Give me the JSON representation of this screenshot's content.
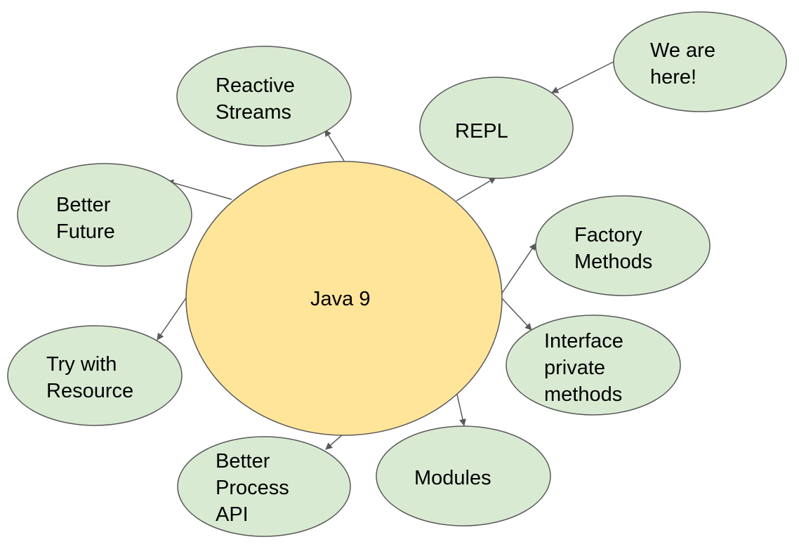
{
  "diagram": {
    "center": {
      "id": "java9",
      "lines": [
        "Java 9"
      ]
    },
    "nodes": [
      {
        "id": "reactive-streams",
        "lines": [
          "Reactive",
          "Streams"
        ]
      },
      {
        "id": "repl",
        "lines": [
          "REPL"
        ]
      },
      {
        "id": "we-are-here",
        "lines": [
          "We are",
          "here!"
        ]
      },
      {
        "id": "better-future",
        "lines": [
          "Better",
          "Future"
        ]
      },
      {
        "id": "factory-methods",
        "lines": [
          "Factory",
          "Methods"
        ]
      },
      {
        "id": "interface-private-methods",
        "lines": [
          "Interface",
          "private",
          "methods"
        ]
      },
      {
        "id": "try-with-resource",
        "lines": [
          "Try with",
          "Resource"
        ]
      },
      {
        "id": "better-process-api",
        "lines": [
          "Better",
          "Process",
          "API"
        ]
      },
      {
        "id": "modules",
        "lines": [
          "Modules"
        ]
      }
    ],
    "edges": [
      {
        "from": "java9",
        "to": "reactive-streams"
      },
      {
        "from": "java9",
        "to": "repl"
      },
      {
        "from": "we-are-here",
        "to": "repl"
      },
      {
        "from": "java9",
        "to": "better-future"
      },
      {
        "from": "java9",
        "to": "factory-methods"
      },
      {
        "from": "java9",
        "to": "interface-private-methods"
      },
      {
        "from": "java9",
        "to": "try-with-resource"
      },
      {
        "from": "java9",
        "to": "better-process-api"
      },
      {
        "from": "java9",
        "to": "modules"
      }
    ],
    "colors": {
      "center_fill": "#ffe599",
      "node_fill": "#d9ead3",
      "stroke": "#595959"
    }
  }
}
